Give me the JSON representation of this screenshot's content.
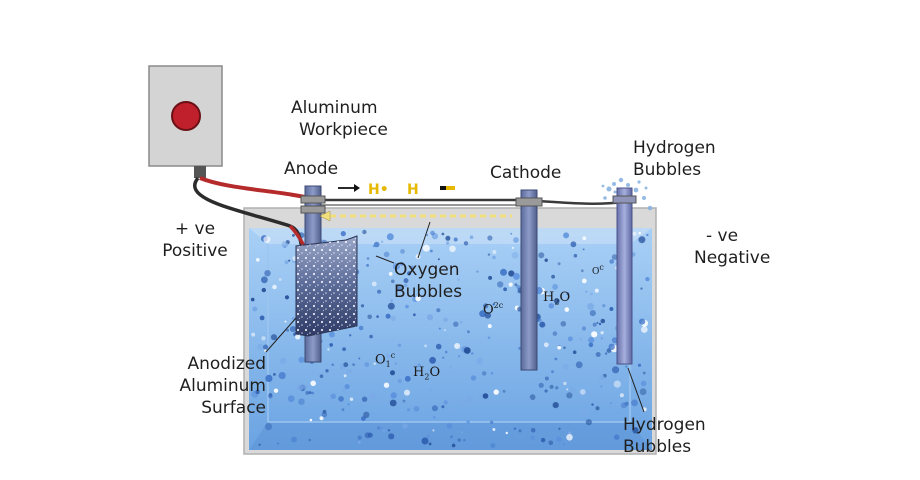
{
  "labels": {
    "aluminum_workpiece": [
      "Aluminum",
      "Workpiece"
    ],
    "anode": "Anode",
    "cathode": "Cathode",
    "hydrogen_bubbles_top": [
      "Hydrogen",
      "Bubbles"
    ],
    "positive": [
      "+ ve",
      "Positive"
    ],
    "negative": [
      "- ve",
      "Negative"
    ],
    "oxygen_bubbles": [
      "Oxygen",
      "Bubbles"
    ],
    "anodized_surface": [
      "Anodized",
      "Aluminum",
      "Surface"
    ],
    "hydrogen_bubbles_bottom": [
      "Hydrogen",
      "Bubbles"
    ]
  },
  "chem": {
    "h2o_a": {
      "base": "H",
      "sub": "2",
      "tail": "O"
    },
    "h2o_b": {
      "base": "H",
      "sub": "2",
      "tail": "O"
    },
    "o2c": {
      "base": "O",
      "sup": "2c"
    },
    "o1c": {
      "base": "O",
      "sub": "1",
      "sup": "c"
    },
    "o_small": {
      "base": "O",
      "sup": "c"
    }
  },
  "colors": {
    "power_box": "#d9d9d9",
    "power_button": "#c0202b",
    "liquid": "#7fb4ea",
    "tank_frame": "#d6d6d6",
    "electrode": "#6f7fae",
    "workpiece": "#4a5a86",
    "wire_red": "#b52a2a",
    "wire_black": "#2c2c2c"
  }
}
